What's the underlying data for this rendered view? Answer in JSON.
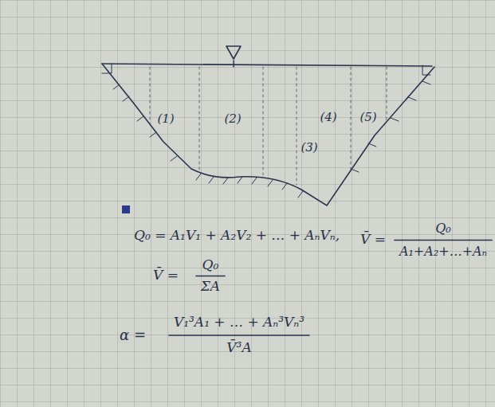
{
  "diagram": {
    "labels": [
      "(1)",
      "(2)",
      "(3)",
      "(4)",
      "(5)",
      "Q₀ = A₁V₁ + A₂V₂ + … + AₙVₙ,",
      "V̄ =",
      "Q₀",
      "A₁+A₂+…+Aₙ",
      "V̄ =",
      "Q₀",
      "ΣA",
      "α =",
      "V₁³A₁ + … + Aₙ³Vₙ³",
      "V̄³A"
    ]
  }
}
